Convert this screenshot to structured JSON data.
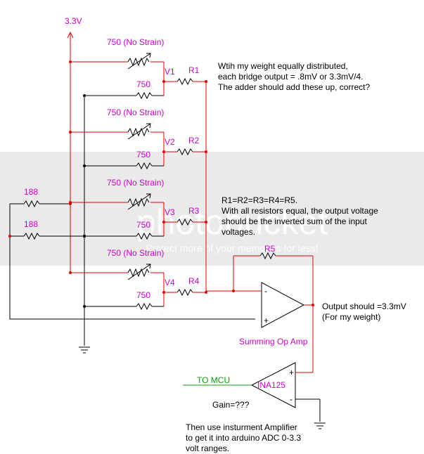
{
  "supply_label": "3.3V",
  "bridges": [
    {
      "strain_label": "750 (No Strain)",
      "fixed_label": "750",
      "node_label": "V1",
      "sum_resistor_label": "R1"
    },
    {
      "strain_label": "750 (No Strain)",
      "fixed_label": "750",
      "node_label": "V2",
      "sum_resistor_label": "R2"
    },
    {
      "strain_label": "750 (No Strain)",
      "fixed_label": "750",
      "node_label": "V3",
      "sum_resistor_label": "R3"
    },
    {
      "strain_label": "750 (No Strain)",
      "fixed_label": "750",
      "node_label": "V4",
      "sum_resistor_label": "R4"
    }
  ],
  "divider_labels": [
    "188",
    "188"
  ],
  "feedback_resistor_label": "R5",
  "opamp_caption": "Summing Op Amp",
  "inamp_label": "INA125",
  "mcu_label": "TO MCU",
  "gain_label": "Gain=???",
  "notes": {
    "weight": [
      "Wtih my weight equally distributed,",
      "each bridge output = .8mV or 3.3mV/4.",
      "The adder should add these up, correct?"
    ],
    "resistors": [
      "R1=R2=R3=R4=R5.",
      "With all resistors equal, the output voltage",
      "should be the inverted sum of the input",
      "voltages."
    ],
    "output": [
      "Output should =3.3mV",
      "(For my weight)"
    ],
    "amplifier": [
      "Then use insturment Amplifier",
      "to get it into arduino ADC 0-3.3",
      "volt ranges."
    ]
  },
  "watermark": "photobucket",
  "watermark_sub": "Protect more of your memories for less!",
  "opamp_pins": {
    "minus": "-",
    "plus": "+"
  },
  "colors": {
    "label": "#cc00cc",
    "wire": "#dd0000",
    "mcu_wire": "#119911",
    "text": "#000000"
  }
}
